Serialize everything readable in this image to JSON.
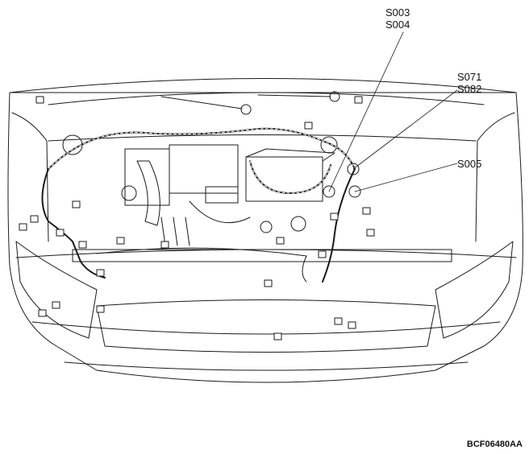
{
  "callouts": [
    {
      "id": "s003",
      "label": "S003"
    },
    {
      "id": "s004",
      "label": "S004"
    },
    {
      "id": "s071",
      "label": "S071"
    },
    {
      "id": "s082",
      "label": "S082"
    },
    {
      "id": "s005",
      "label": "S005"
    }
  ],
  "figure_code": "BCF06480AA",
  "colors": {
    "line": "#1a1a1a",
    "background": "#ffffff"
  }
}
